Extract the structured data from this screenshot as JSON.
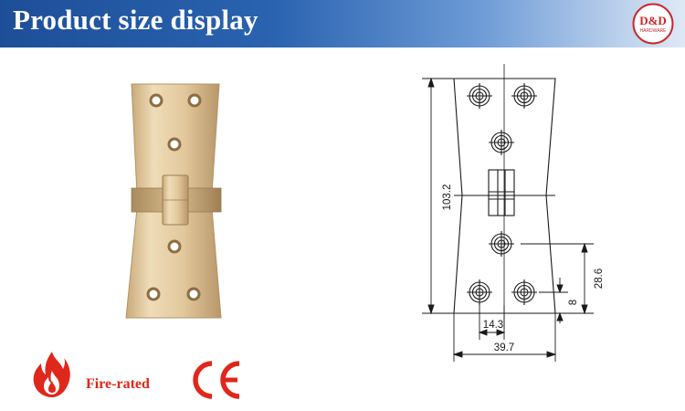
{
  "header": {
    "title": "Product size display"
  },
  "logo": {
    "brand": "D&D",
    "subtitle": "HARDWARE"
  },
  "drawing": {
    "dimensions": {
      "overall_height": "103.2",
      "hole_offset_large": "28.6",
      "hole_offset_small": "8",
      "hole_spacing": "14.3",
      "bottom_width": "39.7"
    }
  },
  "certifications": {
    "fire_label": "Fire-rated"
  },
  "colors": {
    "banner_start": "#1d4f98",
    "fire_red": "#e0271b",
    "ce_red": "#e0271b"
  },
  "icons": [
    "fire-icon",
    "ce-mark"
  ]
}
